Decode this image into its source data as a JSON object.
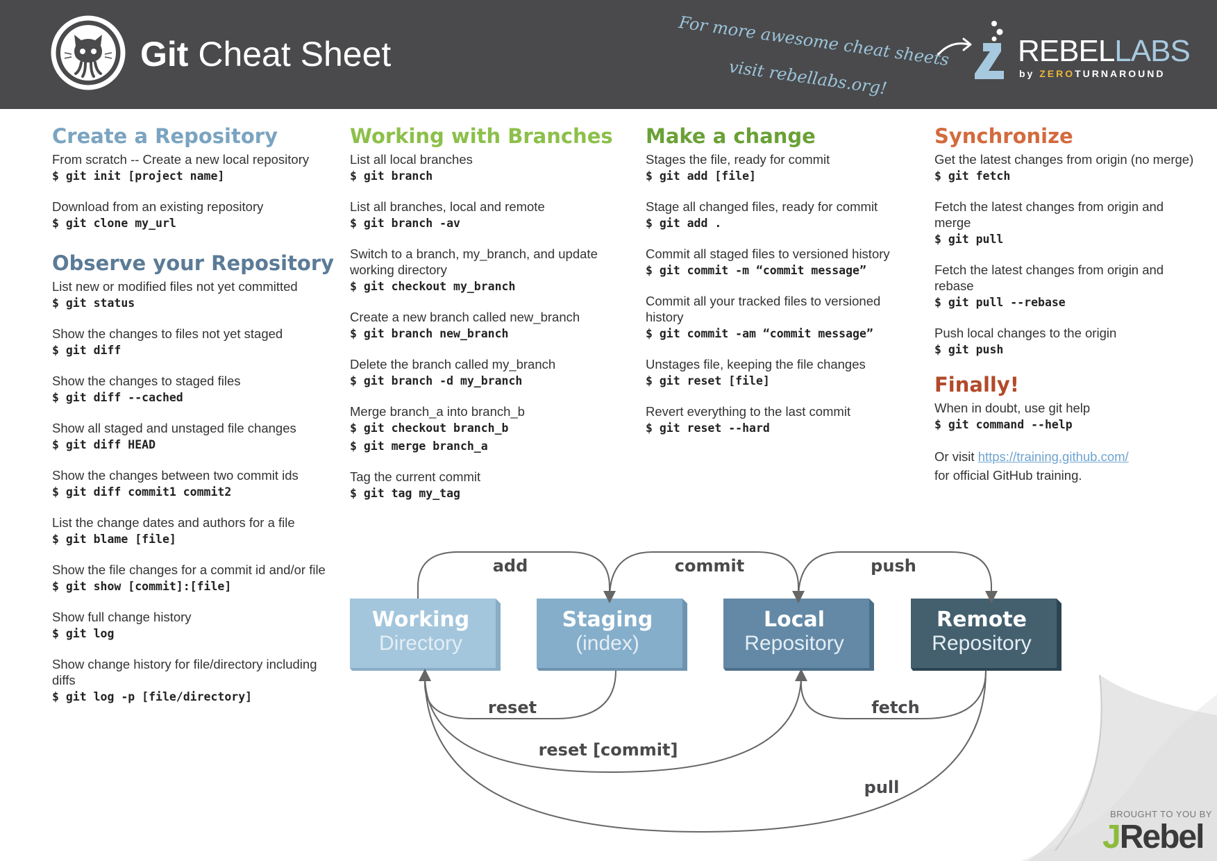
{
  "header": {
    "title_bold": "Git",
    "title_rest": " Cheat Sheet",
    "promo_line1": "For more awesome cheat sheets",
    "promo_line2": "visit rebellabs.org!",
    "brand_a": "REBEL",
    "brand_b": "LABS",
    "brand_by": "by ",
    "brand_zero": "ZERO",
    "brand_turnaround": "TURNAROUND"
  },
  "sections": {
    "create": {
      "heading": "Create a Repository",
      "items": [
        {
          "desc": "From scratch -- Create a new local repository",
          "cmd": [
            "$ git init [project name]"
          ]
        },
        {
          "desc": "Download from an existing repository",
          "cmd": [
            "$ git clone my_url"
          ]
        }
      ]
    },
    "observe": {
      "heading": "Observe your Repository",
      "items": [
        {
          "desc": "List new or modified files not yet committed",
          "cmd": [
            "$ git status"
          ]
        },
        {
          "desc": "Show the changes to files not yet staged",
          "cmd": [
            "$ git diff"
          ]
        },
        {
          "desc": "Show the changes to staged files",
          "cmd": [
            "$ git diff --cached"
          ]
        },
        {
          "desc": "Show all staged and unstaged file changes",
          "cmd": [
            "$ git diff HEAD"
          ]
        },
        {
          "desc": "Show the changes between two commit ids",
          "cmd": [
            "$ git diff commit1 commit2"
          ]
        },
        {
          "desc": "List the change dates and authors for a file",
          "cmd": [
            "$ git blame [file]"
          ]
        },
        {
          "desc": "Show the file changes for a commit id and/or file",
          "cmd": [
            "$ git show [commit]:[file]"
          ]
        },
        {
          "desc": "Show full change history",
          "cmd": [
            "$ git log"
          ]
        },
        {
          "desc": "Show change history for file/directory including diffs",
          "cmd": [
            "$ git log -p [file/directory]"
          ]
        }
      ]
    },
    "branches": {
      "heading": "Working with Branches",
      "items": [
        {
          "desc": "List all local branches",
          "cmd": [
            "$ git branch"
          ]
        },
        {
          "desc": "List all branches, local and remote",
          "cmd": [
            "$ git branch -av"
          ]
        },
        {
          "desc": "Switch to a branch, my_branch, and update working directory",
          "cmd": [
            "$ git checkout my_branch"
          ]
        },
        {
          "desc": "Create a new branch called new_branch",
          "cmd": [
            "$ git branch new_branch"
          ]
        },
        {
          "desc": "Delete the branch called my_branch",
          "cmd": [
            "$ git branch -d my_branch"
          ]
        },
        {
          "desc": "Merge branch_a into branch_b",
          "cmd": [
            "$ git checkout branch_b",
            "$ git merge branch_a"
          ]
        },
        {
          "desc": "Tag the current commit",
          "cmd": [
            "$ git tag my_tag"
          ]
        }
      ]
    },
    "change": {
      "heading": "Make a change",
      "items": [
        {
          "desc": "Stages the file, ready for commit",
          "cmd": [
            "$ git add [file]"
          ]
        },
        {
          "desc": "Stage all changed files, ready for commit",
          "cmd": [
            "$ git add ."
          ]
        },
        {
          "desc": "Commit all staged files to versioned history",
          "cmd": [
            "$ git commit -m “commit message”"
          ]
        },
        {
          "desc": "Commit all your tracked files to versioned history",
          "cmd": [
            "$ git commit -am “commit message”"
          ]
        },
        {
          "desc": "Unstages file, keeping the file changes",
          "cmd": [
            "$ git reset [file]"
          ]
        },
        {
          "desc": "Revert everything to the last commit",
          "cmd": [
            "$ git reset --hard"
          ]
        }
      ]
    },
    "sync": {
      "heading": "Synchronize",
      "items": [
        {
          "desc": "Get the latest changes from origin (no merge)",
          "cmd": [
            "$ git fetch"
          ]
        },
        {
          "desc": "Fetch the latest changes from origin and merge",
          "cmd": [
            "$ git pull"
          ]
        },
        {
          "desc": "Fetch the latest changes from origin and rebase",
          "cmd": [
            "$ git pull --rebase"
          ]
        },
        {
          "desc": "Push local changes to the origin",
          "cmd": [
            "$ git push"
          ]
        }
      ]
    },
    "finally": {
      "heading": "Finally!",
      "desc1": "When in doubt, use git help",
      "cmd1": "$ git command --help",
      "visit_prefix": "Or visit ",
      "visit_link": "https://training.github.com/",
      "visit_suffix": "for official GitHub training."
    }
  },
  "diagram": {
    "boxes": [
      {
        "title": "Working",
        "sub": "Directory",
        "color": "#a3c6dc"
      },
      {
        "title": "Staging",
        "sub": "(index)",
        "color": "#85aecb"
      },
      {
        "title": "Local",
        "sub": "Repository",
        "color": "#6389a6"
      },
      {
        "title": "Remote",
        "sub": "Repository",
        "color": "#44606f"
      }
    ],
    "labels": {
      "add": "add",
      "commit": "commit",
      "push": "push",
      "reset": "reset",
      "fetch": "fetch",
      "reset_commit": "reset [commit]",
      "pull": "pull"
    }
  },
  "footer": {
    "brought": "BROUGHT TO YOU BY",
    "jrebel_j": "J",
    "jrebel_rest": "Rebel"
  }
}
